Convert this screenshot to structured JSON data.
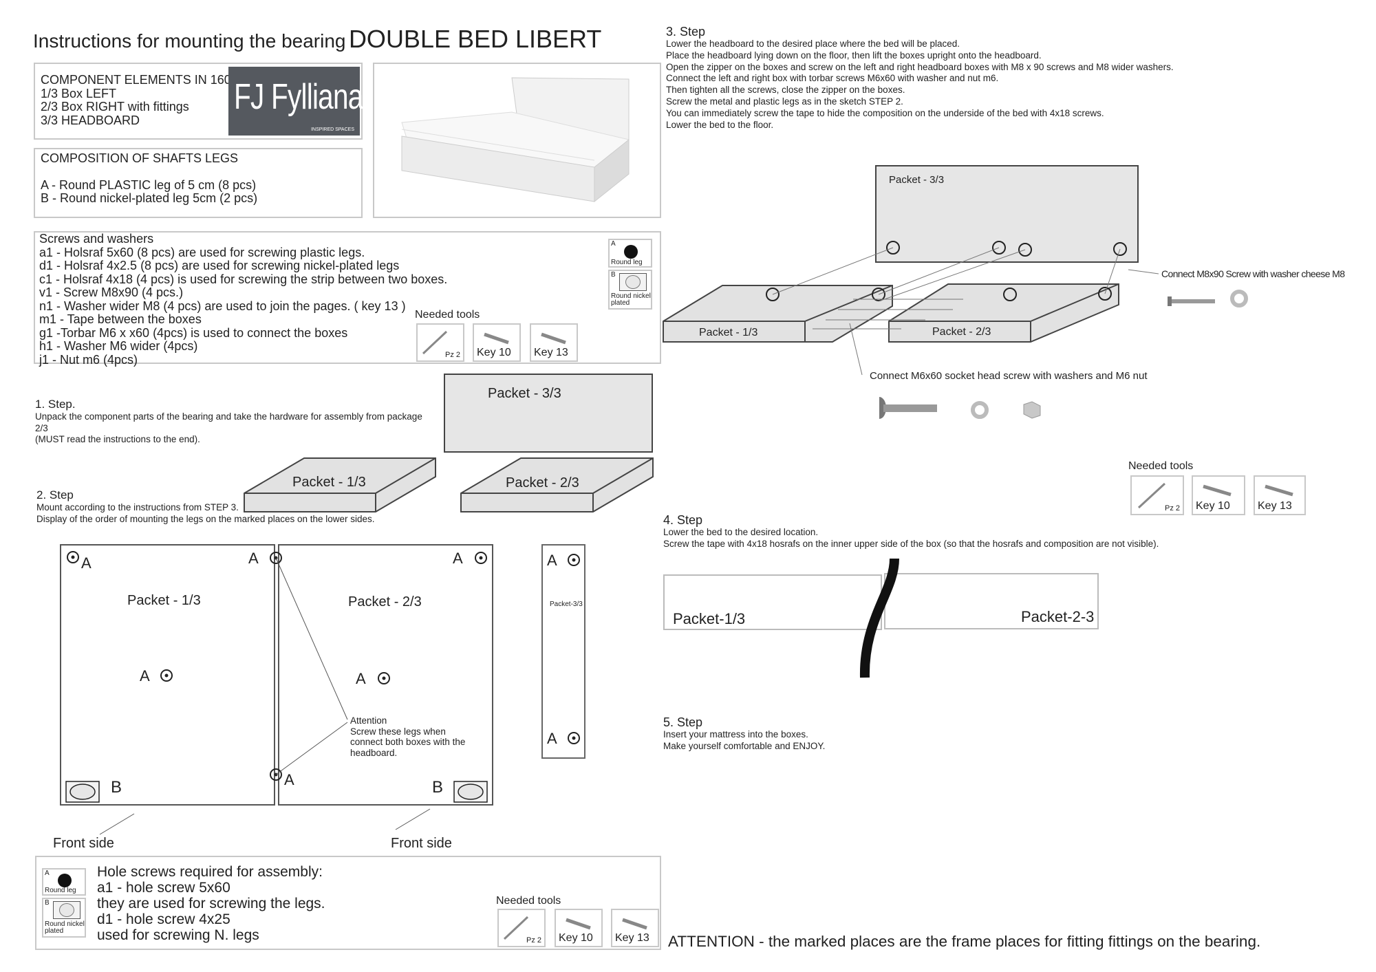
{
  "title": {
    "prefix": "Instructions for mounting the bearing",
    "product": "DOUBLE BED  LIBERT"
  },
  "components": {
    "heading": "COMPONENT ELEMENTS IN 160",
    "items": [
      "1/3 Box LEFT",
      "2/3 Box RIGHT with fittings",
      "3/3 HEADBOARD"
    ]
  },
  "logo": {
    "name": "Fylliana",
    "tagline": "INSPIRED SPACES"
  },
  "legs": {
    "heading": "COMPOSITION OF SHAFTS LEGS",
    "items": [
      "A - Round PLASTIC leg of 5 cm (8 pcs)",
      "B - Round nickel-plated leg 5cm (2 pcs)"
    ]
  },
  "screws": {
    "heading": "Screws and washers",
    "items": [
      "a1 - Holsraf 5x60 (8 pcs) are used for screwing plastic legs.",
      "d1 - Holsraf 4x2.5 (8 pcs) are used for screwing nickel-plated legs",
      "c1 - Holsraf 4x18 (4 pcs) is used for screwing the strip between two boxes.",
      "v1 - Screw M8x90 (4 pcs.)",
      "n1 - Washer wider M8 (4 pcs) are used to join the pages. ( key 13 )",
      "m1 - Tape between the boxes",
      "g1 -Torbar M6 x x60 (4pcs) is used to connect the boxes",
      "h1 - Washer M6 wider (4pcs)",
      "j1 - Nut m6 (4pcs)"
    ]
  },
  "legend": {
    "a_letter": "A",
    "a_label": "Round leg",
    "b_letter": "B",
    "b_label": "Round nickel plated"
  },
  "tools": {
    "heading": "Needed tools",
    "pz": "Pz 2",
    "key10": "Key 10",
    "key13": "Key 13"
  },
  "step1": {
    "title": "1. Step.",
    "lines": [
      "Unpack the component parts of the bearing and take the hardware for assembly from package",
      "2/3",
      "(MUST read the instructions to the end)."
    ]
  },
  "step2": {
    "title": "2. Step",
    "lines": [
      "Mount according to the instructions from STEP 3.",
      "Display of the order of mounting the legs on the marked places on the lower sides."
    ]
  },
  "packets": {
    "p1": "Packet - 1/3",
    "p2": "Packet - 2/3",
    "p3": "Packet -  3/3",
    "p3small": "Packet-3/3",
    "p1b": "Packet-1/3",
    "p2b": "Packet-2-3"
  },
  "marks": {
    "A": "A",
    "B": "B"
  },
  "attention_note": {
    "title": "Attention",
    "lines": [
      "Screw these legs when",
      "connect both boxes with the",
      "headboard."
    ]
  },
  "front_side": "Front side",
  "hole_screws": {
    "lines": [
      "Hole screws required for assembly:",
      "a1 - hole screw 5x60",
      "they are used for screwing the legs.",
      "d1 - hole screw 4x25",
      "used for screwing N. legs"
    ]
  },
  "step3": {
    "title": "3. Step",
    "lines": [
      "Lower the headboard to the desired place where the bed will be placed.",
      "Place the headboard lying down on the floor, then lift the boxes upright onto the headboard.",
      "Open the zipper on the boxes and screw on the left and right headboard boxes with M8 x 90 screws and M8 wider washers.",
      "Connect the left and right box with torbar screws M6x60 with washer and nut m6.",
      "Then tighten all the screws, close the zipper on the boxes.",
      "Screw the metal and plastic legs as in the sketch STEP 2.",
      "You can immediately screw the tape to hide the composition on the underside of the bed with 4x18 screws.",
      "Lower the bed to the floor."
    ]
  },
  "connect_m8": "Connect M8x90 Screw with washer cheese M8",
  "connect_m6": "Connect M6x60 socket head screw with washers and M6 nut",
  "step4": {
    "title": "4. Step",
    "lines": [
      "Lower the bed to the desired location.",
      "Screw the tape with 4x18 hosrafs on the inner upper side of the box (so that the hosrafs and composition are not visible)."
    ]
  },
  "step5": {
    "title": "5. Step",
    "lines": [
      "Insert your mattress into the boxes.",
      "Make yourself comfortable and ENJOY."
    ]
  },
  "attention": "ATTENTION - the marked places are the frame places for fitting fittings on the bearing."
}
